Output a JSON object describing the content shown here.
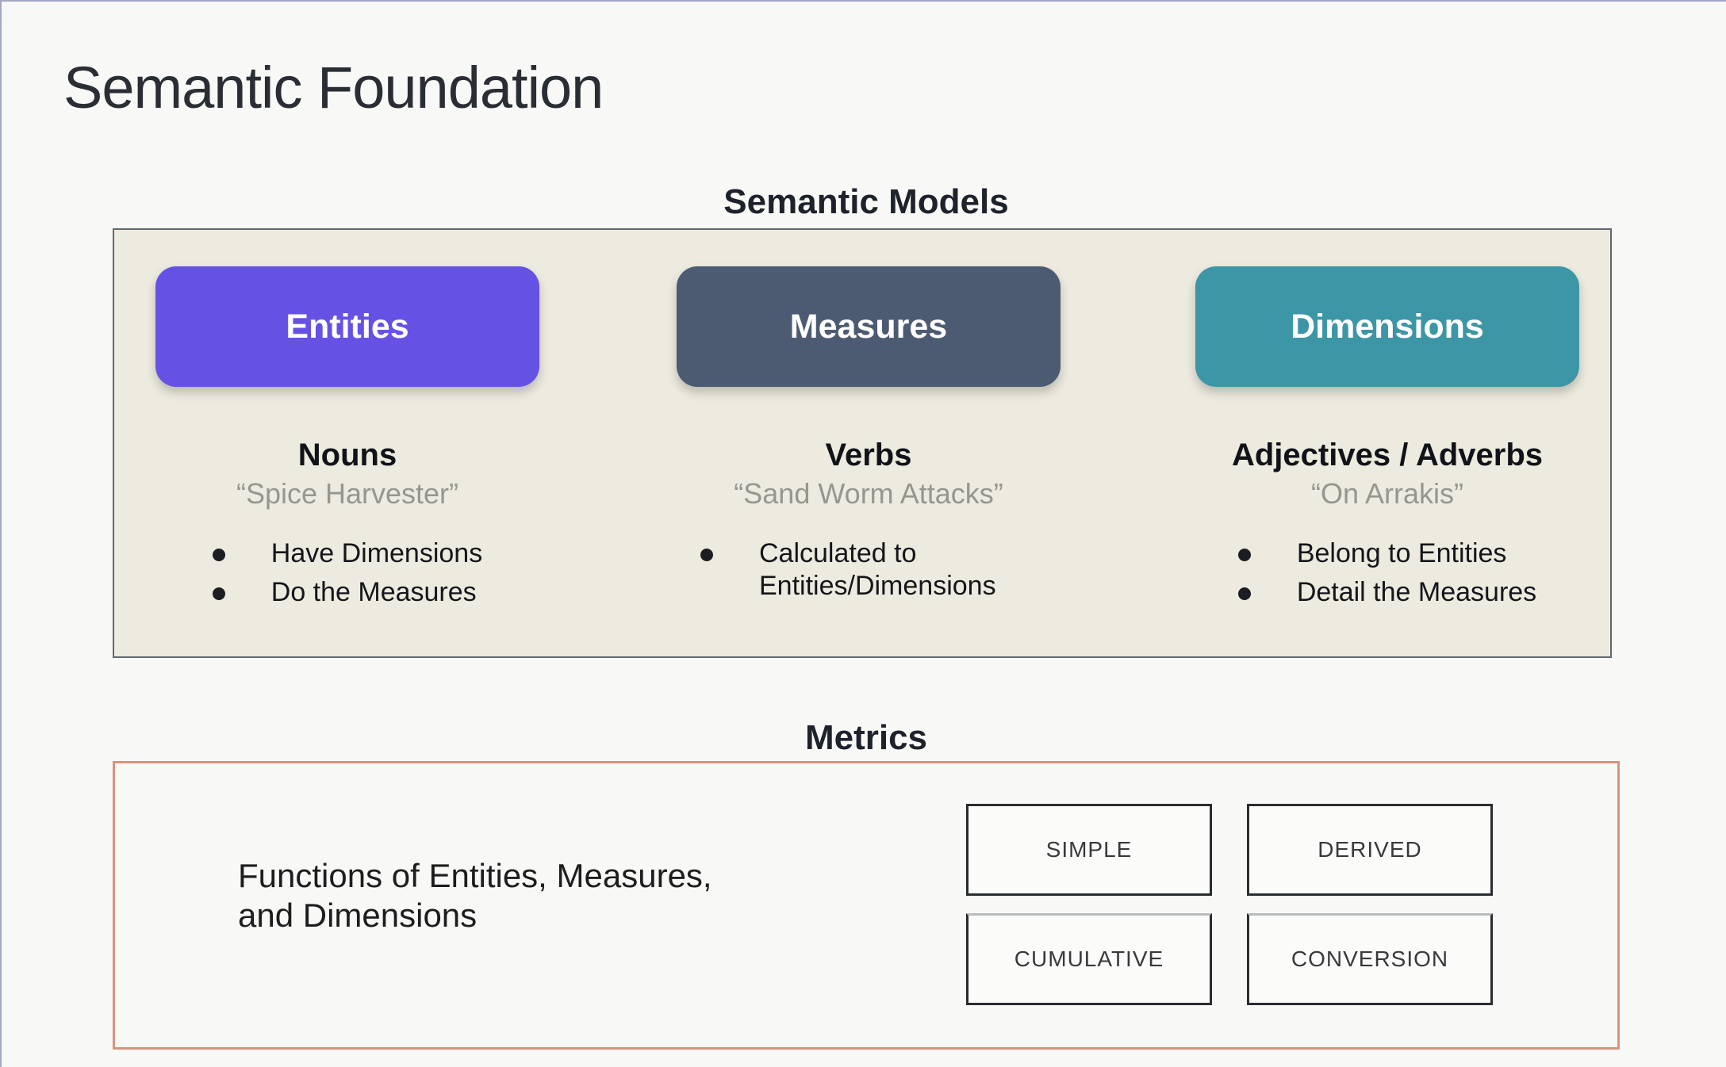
{
  "slide": {
    "title": "Semantic Foundation"
  },
  "semantic_models": {
    "heading": "Semantic Models",
    "columns": [
      {
        "button": "Entities",
        "color": "#6552e4",
        "role": "Nouns",
        "example": "“Spice Harvester”",
        "bullets": [
          "Have Dimensions",
          "Do the Measures"
        ]
      },
      {
        "button": "Measures",
        "color": "#4d5b72",
        "role": "Verbs",
        "example": "“Sand Worm Attacks”",
        "bullets": [
          "Calculated to Entities/Dimensions"
        ]
      },
      {
        "button": "Dimensions",
        "color": "#3d96a6",
        "role": "Adjectives / Adverbs",
        "example": "“On Arrakis”",
        "bullets": [
          "Belong to Entities",
          "Detail the Measures"
        ]
      }
    ]
  },
  "metrics": {
    "heading": "Metrics",
    "description_line1": "Functions of Entities, Measures,",
    "description_line2": "and Dimensions",
    "types": [
      "SIMPLE",
      "DERIVED",
      "CUMULATIVE",
      "CONVERSION"
    ],
    "border_color": "#d9937b"
  },
  "colors": {
    "page_background": "#f8f9f7",
    "panel_background": "#edebdf",
    "panel_border": "#62686f",
    "entities_button": "#6552e4",
    "measures_button": "#4d5b72",
    "dimensions_button": "#3d96a6",
    "metrics_border": "#d9937b"
  }
}
